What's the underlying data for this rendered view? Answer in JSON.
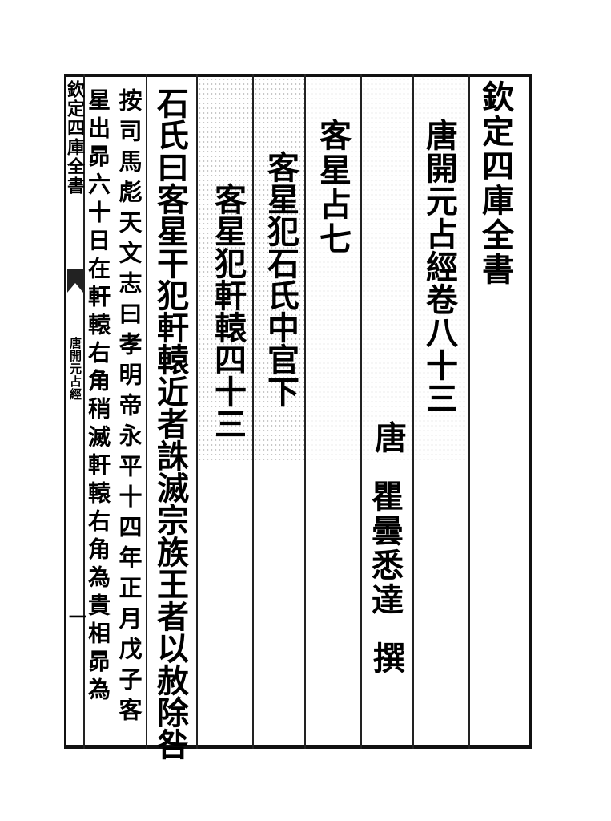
{
  "margin": {
    "title": "欽定四庫全書",
    "book": "唐開元占經",
    "page_number": "一"
  },
  "header": {
    "collection": "欽定四庫全書",
    "volume_title": "唐開元占經卷八十三",
    "dynasty": "唐",
    "author": "瞿曇悉達",
    "author_role": "撰"
  },
  "section": {
    "chapter": "客星占七",
    "subchapter": "客星犯石氏中官下",
    "heading": "客星犯軒轅四十三"
  },
  "text": {
    "quote": "石氏曰客星干犯軒轅近者誅滅宗族王者以赦除咎",
    "note_line1": "按司馬彪天文志曰孝明帝永平十四年正月戊子客",
    "note_line2": "星出昴六十日在軒轅右角稍滅軒轅右角為貴相昴為"
  }
}
